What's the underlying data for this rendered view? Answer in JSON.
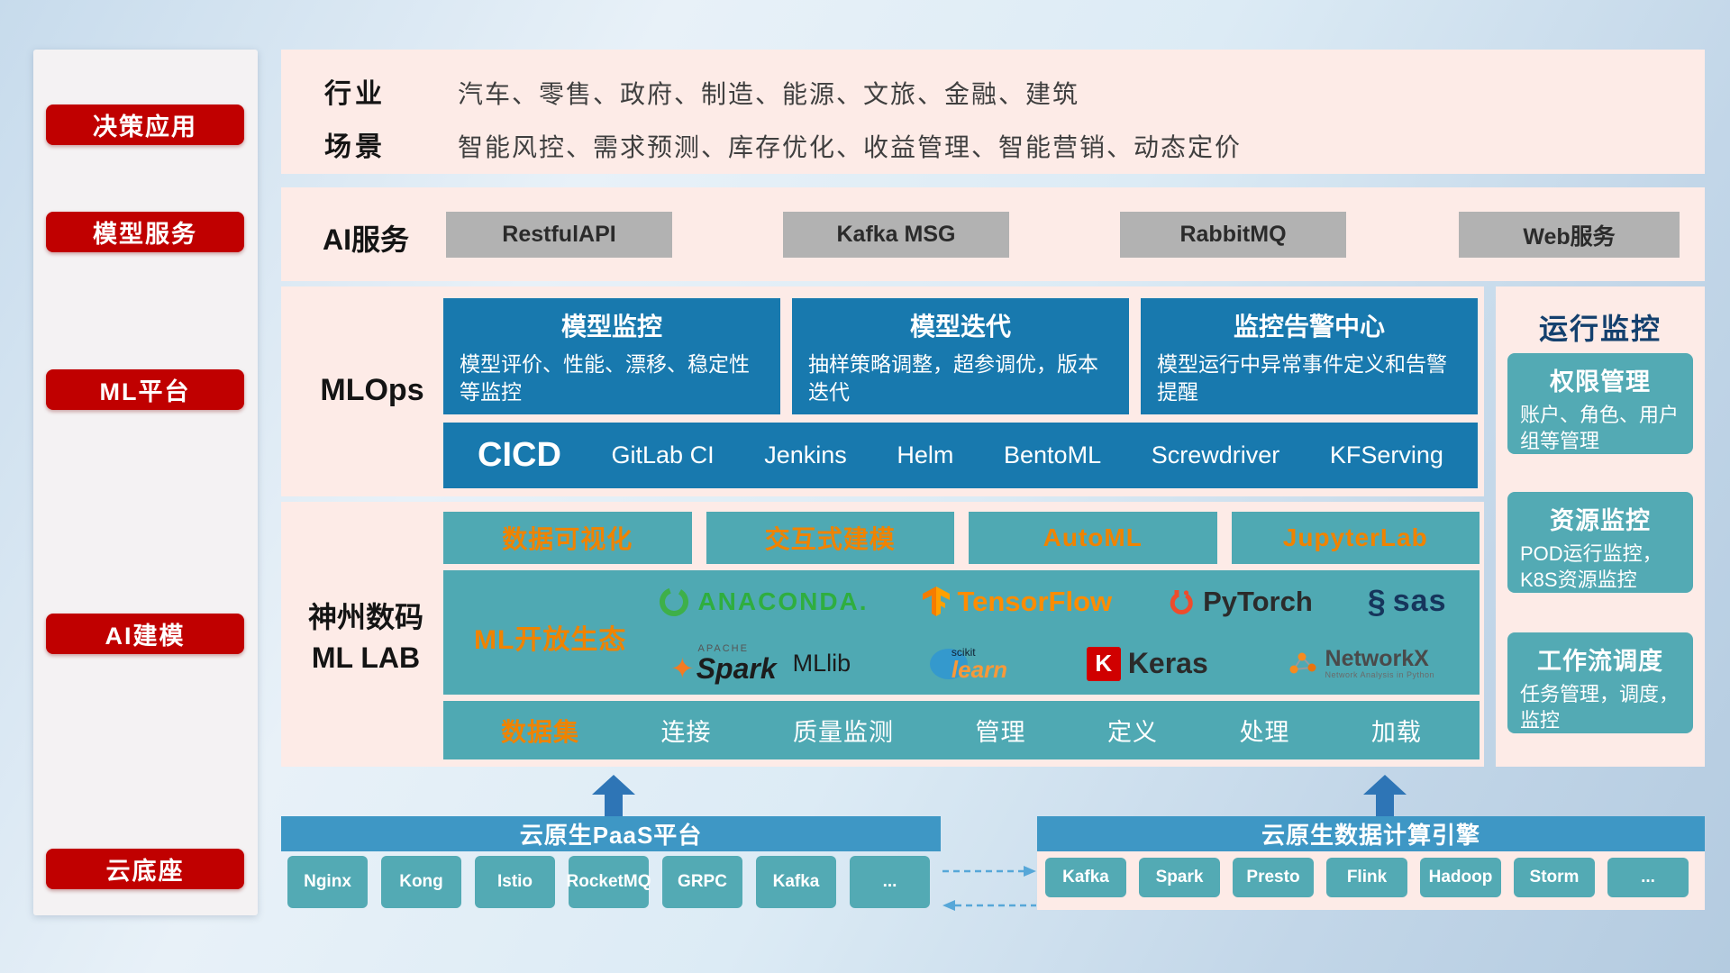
{
  "colors": {
    "red": "#c00000",
    "deep_blue": "#1879ae",
    "teal": "#53aab4",
    "orange": "#f08300",
    "bar_blue": "#3e97c5",
    "navy": "#14406e",
    "pink_bg": "#fdebe7"
  },
  "sidebar": {
    "items": [
      {
        "label": "决策应用"
      },
      {
        "label": "模型服务"
      },
      {
        "label": "ML平台"
      },
      {
        "label": "AI建模"
      },
      {
        "label": "云底座"
      }
    ]
  },
  "industry": {
    "row1_label": "行业",
    "row1_text": "汽车、零售、政府、制造、能源、文旅、金融、建筑",
    "row2_label": "场景",
    "row2_text": "智能风控、需求预测、库存优化、收益管理、智能营销、动态定价"
  },
  "ai_service": {
    "label": "AI服务",
    "buttons": [
      {
        "label": "RestfulAPI"
      },
      {
        "label": "Kafka MSG"
      },
      {
        "label": "RabbitMQ"
      },
      {
        "label": "Web服务"
      }
    ]
  },
  "mlops": {
    "label": "MLOps",
    "cards": [
      {
        "title": "模型监控",
        "desc": "模型评价、性能、漂移、稳定性等监控"
      },
      {
        "title": "模型迭代",
        "desc": "抽样策略调整，超参调优，版本迭代"
      },
      {
        "title": "监控告警中心",
        "desc": "模型运行中异常事件定义和告警提醒"
      }
    ],
    "cicd_label": "CICD",
    "cicd_items": [
      {
        "label": "GitLab CI"
      },
      {
        "label": "Jenkins"
      },
      {
        "label": "Helm"
      },
      {
        "label": "BentoML"
      },
      {
        "label": "Screwdriver"
      },
      {
        "label": "KFServing"
      }
    ]
  },
  "mllab": {
    "label_line1": "神州数码",
    "label_line2": "ML LAB",
    "top_buttons": [
      {
        "label": "数据可视化"
      },
      {
        "label": "交互式建模"
      },
      {
        "label": "AutoML"
      },
      {
        "label": "JupyterLab"
      }
    ],
    "eco_label": "ML开放生态",
    "logos": {
      "anaconda": {
        "label": "ANACONDA."
      },
      "tensorflow": {
        "label": "TensorFlow"
      },
      "pytorch": {
        "label": "PyTorch"
      },
      "sas": {
        "glyph": "§",
        "label": "sas"
      },
      "spark": {
        "apache": "APACHE",
        "star": "✦",
        "label": "Spark",
        "suffix": "MLlib"
      },
      "sklearn": {
        "top": "scikit",
        "label": "learn"
      },
      "keras": {
        "k": "K",
        "label": "Keras"
      },
      "networkx": {
        "label": "NetworkX",
        "sub": "Network Analysis in Python"
      }
    },
    "data_row": [
      {
        "label": "数据集"
      },
      {
        "label": "连接"
      },
      {
        "label": "质量监测"
      },
      {
        "label": "管理"
      },
      {
        "label": "定义"
      },
      {
        "label": "处理"
      },
      {
        "label": "加载"
      }
    ]
  },
  "monitor": {
    "title": "运行监控",
    "cards": [
      {
        "title": "权限管理",
        "desc": "账户、角色、用户组等管理"
      },
      {
        "title": "资源监控",
        "desc": "POD运行监控，K8S资源监控"
      },
      {
        "title": "工作流调度",
        "desc": "任务管理，调度，监控"
      }
    ]
  },
  "bottom": {
    "paas_title": "云原生PaaS平台",
    "paas_items": [
      {
        "label": "Nginx"
      },
      {
        "label": "Kong"
      },
      {
        "label": "Istio"
      },
      {
        "label": "RocketMQ"
      },
      {
        "label": "GRPC"
      },
      {
        "label": "Kafka"
      },
      {
        "label": "..."
      }
    ],
    "engine_title": "云原生数据计算引擎",
    "engine_items": [
      {
        "label": "Kafka"
      },
      {
        "label": "Spark"
      },
      {
        "label": "Presto"
      },
      {
        "label": "Flink"
      },
      {
        "label": "Hadoop"
      },
      {
        "label": "Storm"
      },
      {
        "label": "..."
      }
    ]
  },
  "icons": [
    "up-arrow-icon",
    "dashed-arrow-right-icon",
    "dashed-arrow-left-icon",
    "anaconda-icon",
    "tensorflow-icon",
    "pytorch-icon",
    "sas-icon",
    "spark-star-icon",
    "scikit-learn-icon",
    "keras-icon",
    "networkx-icon"
  ]
}
